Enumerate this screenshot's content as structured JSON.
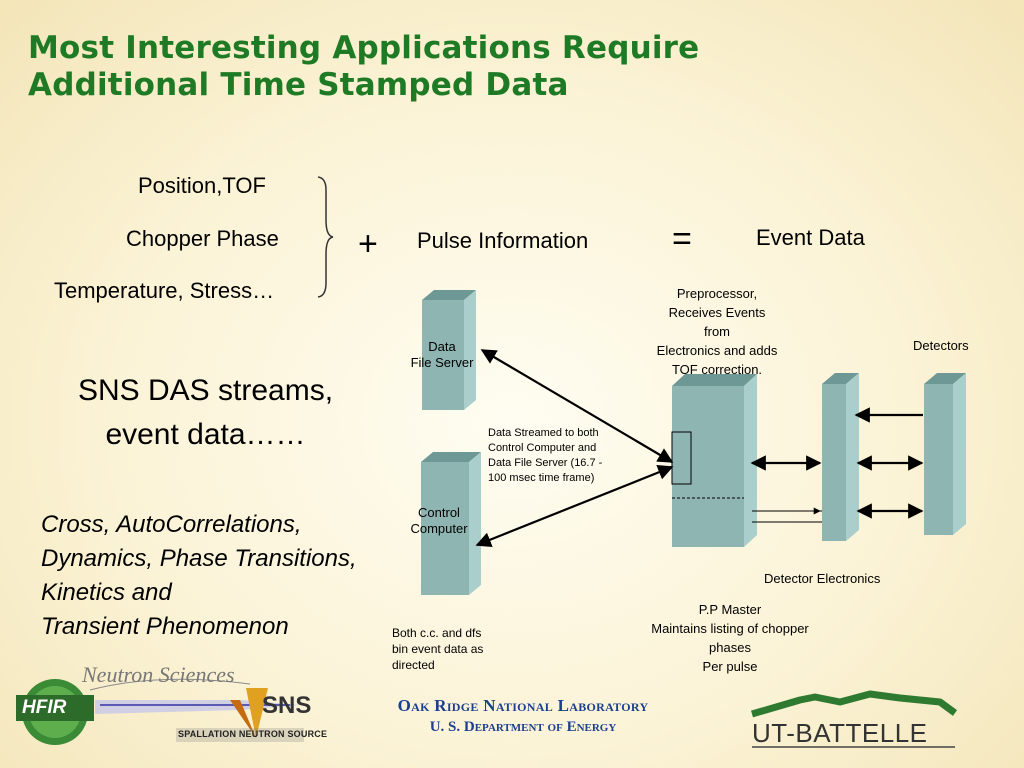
{
  "title": {
    "line1": "Most Interesting Applications Require",
    "line2": "Additional Time Stamped Data"
  },
  "equation": {
    "items": [
      "Position,TOF",
      "Chopper Phase",
      "Temperature, Stress…"
    ],
    "plus": "+",
    "pulse_info": "Pulse Information",
    "equals": "=",
    "event_data": "Event Data"
  },
  "left": {
    "sns_das_line1": "SNS DAS streams,",
    "sns_das_line2": "event data……",
    "apps": [
      "Cross, AutoCorrelations,",
      "Dynamics, Phase Transitions,",
      "Kinetics and",
      "Transient Phenomenon"
    ]
  },
  "diagram": {
    "data_file_server": [
      "Data",
      "File Server"
    ],
    "control_computer": [
      "Control",
      "Computer"
    ],
    "stream_note": [
      "Data Streamed to both",
      "Control Computer and",
      "Data File Server (16.7 -",
      "100 msec time frame)"
    ],
    "preprocessor_note": [
      "Preprocessor,",
      "Receives Events",
      "from",
      "Electronics and adds",
      "TOF correction."
    ],
    "detectors": "Detectors",
    "detector_electronics": "Detector Electronics",
    "pp_master": [
      "P.P Master",
      "Maintains listing of chopper",
      "phases",
      "Per pulse"
    ],
    "bin_note": [
      "Both c.c. and dfs",
      "bin event data as",
      "directed"
    ]
  },
  "footer": {
    "neutron_sciences": "Neutron Sciences",
    "hfir": "HFIR",
    "sns": "SNS",
    "spallation": "SPALLATION NEUTRON SOURCE",
    "ornl": "Oak Ridge National Laboratory",
    "doe": "U. S. Department of Energy",
    "ut_battelle": "UT-BATTELLE"
  },
  "colors": {
    "title": "#1e7a24",
    "box_front": "#8fb5b2",
    "box_side": "#a9cecb",
    "box_top": "#6e9896",
    "ornl_text": "#1c3f8f"
  }
}
